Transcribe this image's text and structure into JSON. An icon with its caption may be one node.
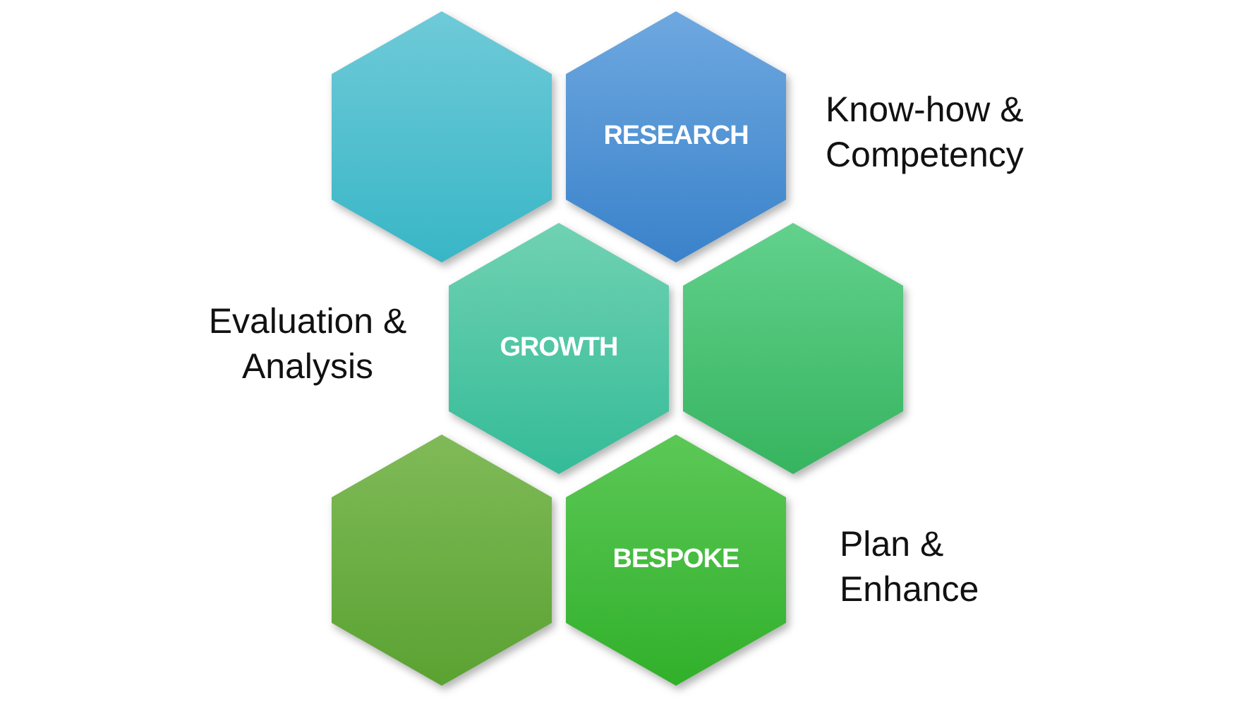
{
  "diagram": {
    "nodes": [
      {
        "text": [],
        "shape": "hexagon"
      },
      {
        "text": [
          "RESEARCH"
        ],
        "beside": [
          "Know-how & Competency"
        ]
      },
      {
        "text": [
          "GROWTH"
        ],
        "beside": [
          "Evaluation & Analysis"
        ]
      },
      {
        "text": [],
        "shape": "hexagon"
      },
      {
        "text": [],
        "shape": "hexagon"
      },
      {
        "text": [
          "BESPOKE"
        ],
        "beside": [
          "Plan & Enhance"
        ]
      }
    ]
  }
}
